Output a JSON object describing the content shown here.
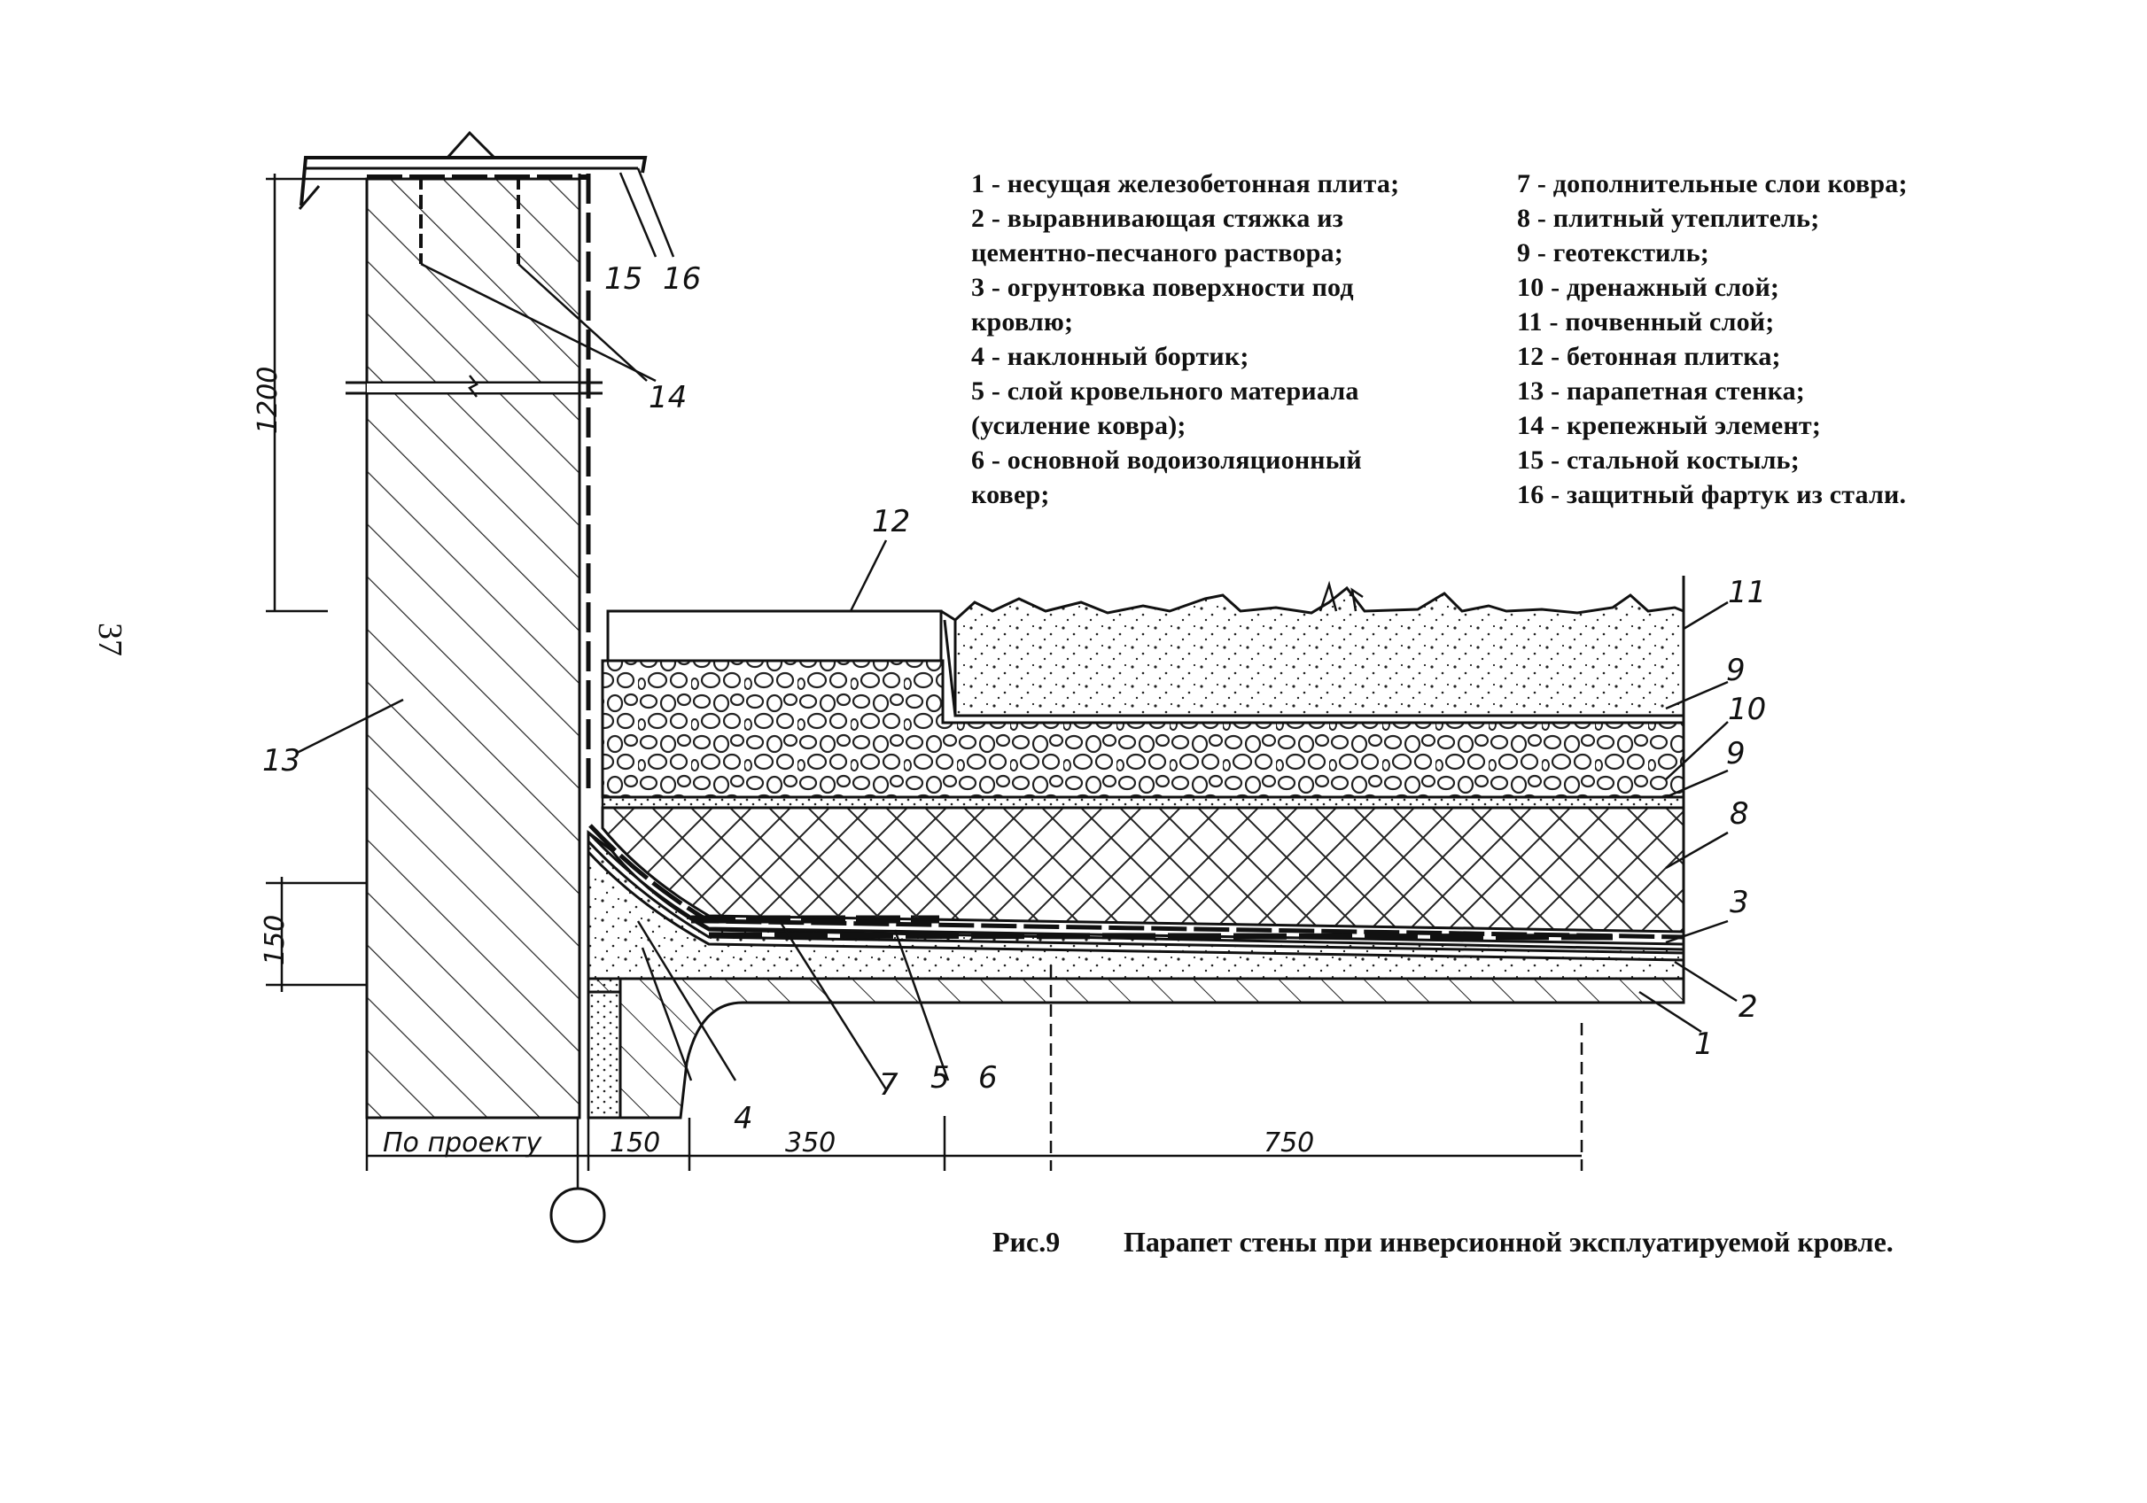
{
  "page_number": "37",
  "legend_left": [
    "1 - несущая железобетонная плита;",
    "2 - выравнивающая стяжка из",
    "цементно-песчаного раствора;",
    "3 - огрунтовка поверхности под",
    "кровлю;",
    "4 - наклонный бортик;",
    "5 - слой кровельного материала",
    "(усиление ковра);",
    "6 - основной водоизоляционный",
    "ковер;"
  ],
  "legend_right": [
    "7 - дополнительные слои ковра;",
    "8 - плитный утеплитель;",
    "9 - геотекстиль;",
    "10 - дренажный слой;",
    "11 - почвенный слой;",
    "12 - бетонная плитка;",
    "13 - парапетная стенка;",
    "14 - крепежный элемент;",
    "15 - стальной костыль;",
    "16 - защитный фартук из стали."
  ],
  "caption": {
    "label": "Рис.9",
    "text": "Парапет стены при инверсионной эксплуатируемой кровле."
  },
  "callouts": {
    "c1": "1",
    "c2": "2",
    "c3": "3",
    "c4": "4",
    "c5": "5",
    "c6": "6",
    "c7": "7",
    "c8": "8",
    "c9a": "9",
    "c9b": "9",
    "c10": "10",
    "c11": "11",
    "c12": "12",
    "c13": "13",
    "c14": "14",
    "c15": "15",
    "c16": "16"
  },
  "dimensions": {
    "height_1200": "1200",
    "height_150": "150",
    "width_project": "По проекту",
    "width_150": "150",
    "width_350": "350",
    "width_750": "750"
  }
}
